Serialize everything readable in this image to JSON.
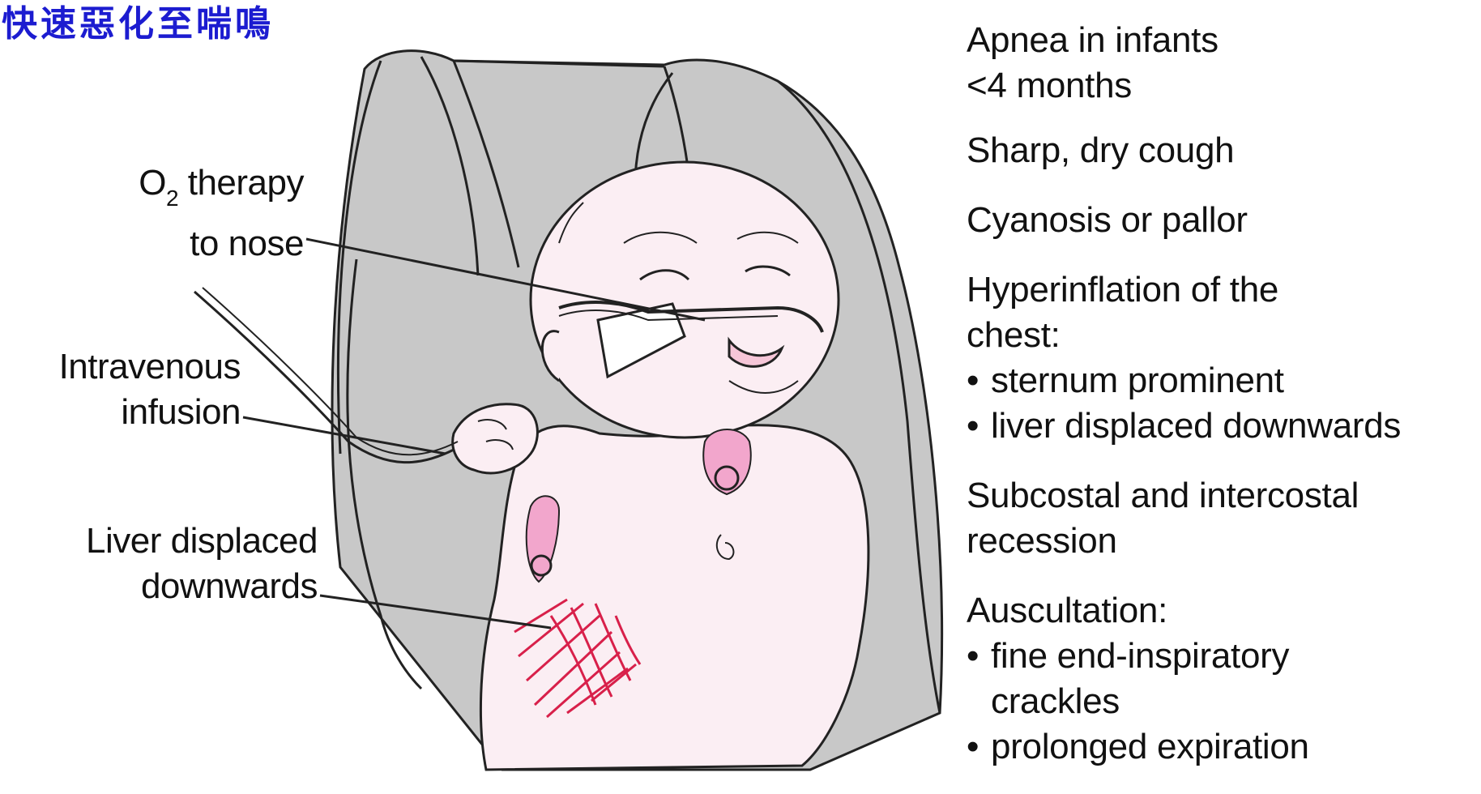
{
  "title_cjk": "快速惡化至喘鳴",
  "labels": {
    "o2": {
      "line1_prefix": "O",
      "line1_sub": "2",
      "line1_suffix": " therapy",
      "line2": "to nose"
    },
    "iv": {
      "line1": "Intravenous",
      "line2": "infusion"
    },
    "liver": {
      "line1": "Liver displaced",
      "line2": "downwards"
    }
  },
  "signs": {
    "apnea": {
      "line1": "Apnea in infants",
      "line2": "<4 months"
    },
    "cough": "Sharp, dry cough",
    "cyanosis": "Cyanosis or pallor",
    "hyperinflation": {
      "line1": "Hyperinflation of the",
      "line2": "chest:",
      "bullet1": "sternum prominent",
      "bullet2": "liver displaced downwards"
    },
    "recession": {
      "line1": "Subcostal and intercostal",
      "line2": "recession"
    },
    "auscultation": {
      "line1": "Auscultation:",
      "bullet1a": "fine end-inspiratory",
      "bullet1b": "crackles",
      "bullet2": "prolonged expiration"
    }
  },
  "colors": {
    "title": "#1c1cd0",
    "skin": "#fbeef3",
    "pad": "#f2a6cc",
    "hatch": "#d8204a",
    "chair": "#c8c8c8"
  }
}
